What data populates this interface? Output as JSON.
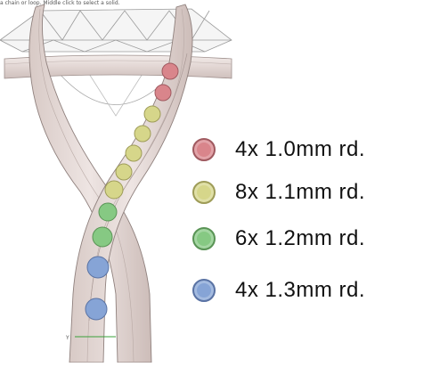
{
  "viewport": {
    "hint_text": "a chain or loop.  Middle click to select a solid."
  },
  "legend": {
    "items": [
      {
        "label": "4x 1.0mm rd.",
        "color": "#d9858b",
        "ring": "#a05a60",
        "icon": "round-gem-icon"
      },
      {
        "label": "8x 1.1mm rd.",
        "color": "#d6d68a",
        "ring": "#9e9c58",
        "icon": "round-gem-icon"
      },
      {
        "label": "6x 1.2mm rd.",
        "color": "#86c983",
        "ring": "#5a9456",
        "icon": "round-gem-icon"
      },
      {
        "label": "4x 1.3mm rd.",
        "color": "#86a4d6",
        "ring": "#5a73a4",
        "icon": "round-gem-icon"
      }
    ]
  },
  "axis_label": "Y"
}
